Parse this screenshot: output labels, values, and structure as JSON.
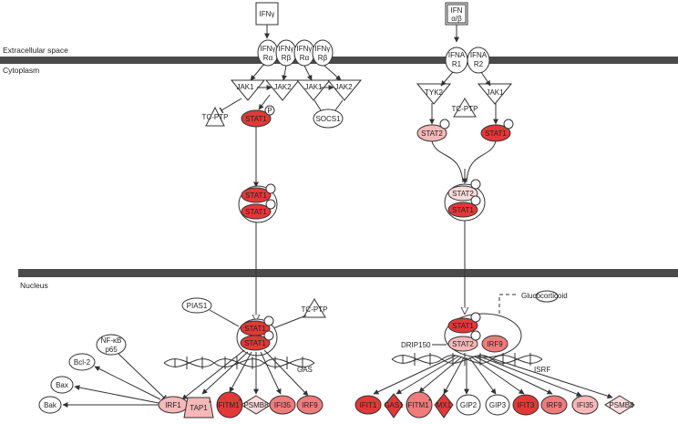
{
  "regions": {
    "extracellular": "Extracellular space",
    "cytoplasm": "Cytoplasm",
    "nucleus": "Nucleus"
  },
  "ligands": {
    "ifng": "IFNγ",
    "ifnab_1": "IFN",
    "ifnab_2": "α/β"
  },
  "receptors": {
    "ifngr_a1": [
      "IFNγ",
      "Rα"
    ],
    "ifngr_b1": [
      "IFNγ",
      "Rβ"
    ],
    "ifngr_a2": [
      "IFNγ",
      "Rα"
    ],
    "ifngr_b2": [
      "IFNγ",
      "Rβ"
    ],
    "ifnar1": [
      "IFNA",
      "R1"
    ],
    "ifnar2": [
      "IFNA",
      "R2"
    ]
  },
  "kinases": {
    "jak1_a": "JAK1",
    "jak2_a": "JAK2",
    "jak1_b": "JAK1",
    "jak2_b": "JAK2",
    "tyk2": "TYK2",
    "jak1_c": "JAK1"
  },
  "regulators": {
    "tcptp_1": "TC-PTP",
    "socs1": "SOCS1",
    "tcptp_2": "TC-PTP",
    "tcptp_3": "TC-PTP",
    "pias1": "PIAS1",
    "glucocorticoid": "Glucocorticoid",
    "drip150": "DRIP150",
    "nfkb": [
      "NF-κB",
      "p65"
    ]
  },
  "stats": {
    "stat1_cyto": "STAT1",
    "stat1_dimer_top": "STAT1",
    "stat1_dimer_bot": "STAT1",
    "stat2_cyto": "STAT2",
    "stat1_r": "STAT1",
    "stat2_complex": "STAT2",
    "stat1_complex": "STAT1",
    "stat1_nuc_top": "STAT1",
    "stat1_nuc_bot": "STAT1",
    "stat1_isgf3": "STAT1",
    "stat2_isgf3": "STAT2",
    "irf9_isgf3": "IRF9"
  },
  "phospho": "P",
  "elements": {
    "gas": "GAS",
    "isrf": "ISRF"
  },
  "gas_targets": [
    "IRF1",
    "TAP1",
    "IFITM1",
    "PSMB8",
    "IFI35",
    "IRF9"
  ],
  "irf1_targets": [
    "Bcl-2",
    "Bax",
    "Bak"
  ],
  "isrf_targets": [
    "IFIT1",
    "GAS1",
    "IFITM1",
    "MX1",
    "GIP2",
    "GIP3",
    "IFIT3",
    "IRF9",
    "IFI35",
    "PSMB8"
  ],
  "asterisks": "*",
  "colors": {
    "membrane": "#4a4a4a",
    "red_strong": "#e33838",
    "red_mid": "#ef7b7b",
    "red_light": "#f6b8b8",
    "red_pale": "#fbdcdc",
    "outline": "#333333"
  }
}
